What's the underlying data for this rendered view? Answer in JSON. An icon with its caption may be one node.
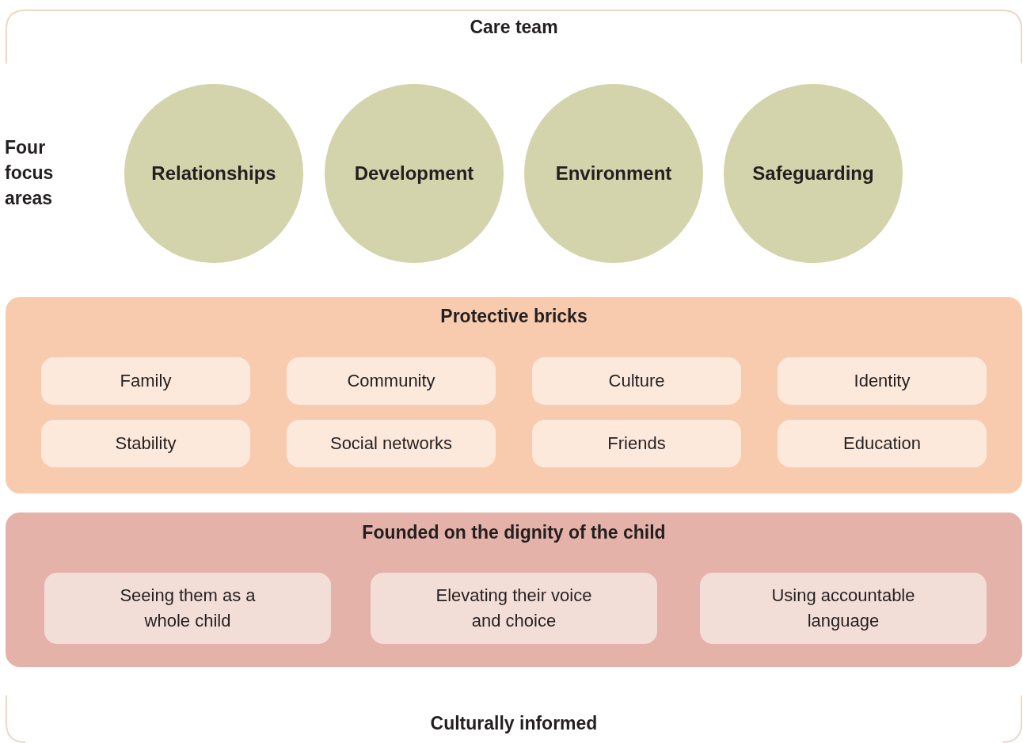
{
  "diagram": {
    "nodes": [
      {
        "text": [
          "Care team"
        ]
      },
      {
        "text": [
          "Relationships"
        ]
      },
      {
        "text": [
          "Development"
        ]
      },
      {
        "text": [
          "Environment"
        ]
      },
      {
        "text": [
          "Safeguarding"
        ]
      },
      {
        "text": [
          "Protective bricks"
        ]
      },
      {
        "text": [
          "Family"
        ],
        "in": 5
      },
      {
        "text": [
          "Community"
        ],
        "in": 5
      },
      {
        "text": [
          "Culture"
        ],
        "in": 5
      },
      {
        "text": [
          "Identity"
        ],
        "in": 5
      },
      {
        "text": [
          "Stability"
        ],
        "in": 5
      },
      {
        "text": [
          "Social networks"
        ],
        "in": 5
      },
      {
        "text": [
          "Friends"
        ],
        "in": 5
      },
      {
        "text": [
          "Education"
        ],
        "in": 5
      },
      {
        "text": [
          "Founded on the dignity of the child"
        ]
      },
      {
        "text": [
          "Seeing them as a whole child"
        ],
        "in": 14
      },
      {
        "text": [
          "Elevating their voice and choice"
        ],
        "in": 14
      },
      {
        "text": [
          "Using accountable language"
        ],
        "in": 14
      },
      {
        "text": [
          "Culturally informed"
        ]
      }
    ],
    "labels": [
      "Four focus areas"
    ]
  }
}
